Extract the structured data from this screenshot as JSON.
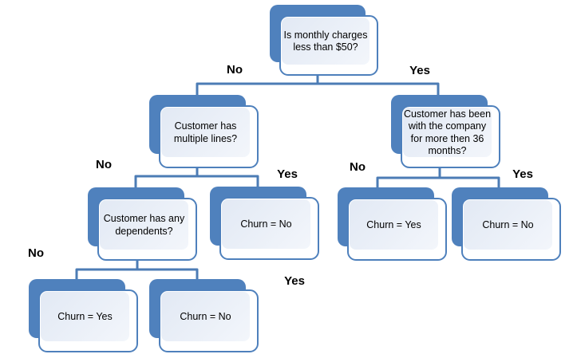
{
  "diagram_type": "decision-tree",
  "topic": "customer churn",
  "colors": {
    "shape_blue": "#4F81BD",
    "node_border": "#4E80BC",
    "node_fill_top": "#E2E9F4",
    "node_fill_bottom": "#F3F6FB",
    "connector": "#4C7CB5",
    "text": "#000000",
    "background": "#FFFFFF"
  },
  "nodes": {
    "root": {
      "text": "Is monthly charges\nless than $50?"
    },
    "multiple_lines": {
      "text": "Customer has\nmultiple lines?"
    },
    "tenure": {
      "text": "Customer has been\nwith the company\nfor more then 36\nmonths?"
    },
    "dependents": {
      "text": "Customer has any\ndependents?"
    },
    "leaf_lines_yes": {
      "text": "Churn = No"
    },
    "leaf_tenure_no": {
      "text": "Churn = Yes"
    },
    "leaf_tenure_yes": {
      "text": "Churn = No"
    },
    "leaf_dependents_no": {
      "text": "Churn = Yes"
    },
    "leaf_dependents_yes": {
      "text": "Churn = No"
    }
  },
  "labels": {
    "root_no": "No",
    "root_yes": "Yes",
    "lines_no": "No",
    "lines_yes": "Yes",
    "tenure_no": "No",
    "tenure_yes": "Yes",
    "dependents_no": "No",
    "dependents_yes": "Yes"
  },
  "tree": {
    "question": "Is monthly charges less than $50?",
    "branches": [
      {
        "label": "No",
        "question": "Customer has multiple lines?",
        "branches": [
          {
            "label": "No",
            "question": "Customer has any dependents?",
            "branches": [
              {
                "label": "No",
                "result": "Churn = Yes"
              },
              {
                "label": "Yes",
                "result": "Churn = No"
              }
            ]
          },
          {
            "label": "Yes",
            "result": "Churn = No"
          }
        ]
      },
      {
        "label": "Yes",
        "question": "Customer has been with the company for more then 36 months?",
        "branches": [
          {
            "label": "No",
            "result": "Churn = Yes"
          },
          {
            "label": "Yes",
            "result": "Churn = No"
          }
        ]
      }
    ]
  }
}
